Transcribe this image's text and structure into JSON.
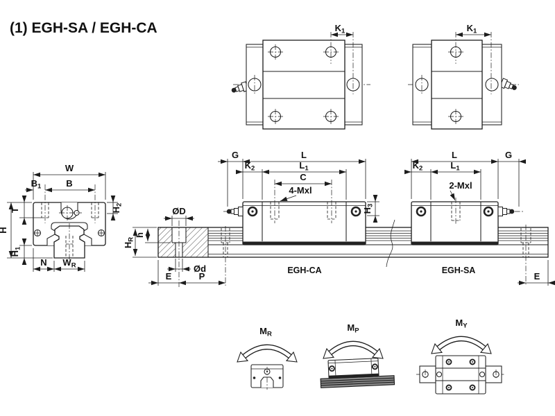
{
  "title": "(1) EGH-SA / EGH-CA",
  "colors": {
    "line": "#1c1c1c",
    "dark": "#222222",
    "background": "#ffffff"
  },
  "top_view_ca": {
    "k1": {
      "main": "K",
      "sub": "1"
    }
  },
  "top_view_sa": {
    "k1": {
      "main": "K",
      "sub": "1"
    }
  },
  "front_view": {
    "w": {
      "main": "W",
      "sub": ""
    },
    "b1": {
      "main": "B",
      "sub": "1"
    },
    "b": {
      "main": "B",
      "sub": ""
    },
    "t": {
      "main": "T",
      "sub": ""
    },
    "h2": {
      "main": "H",
      "sub": "2"
    },
    "h": {
      "main": "H",
      "sub": ""
    },
    "h1": {
      "main": "H",
      "sub": "1"
    },
    "n": {
      "main": "N",
      "sub": ""
    },
    "wr": {
      "main": "W",
      "sub": "R"
    }
  },
  "rail_section": {
    "od": {
      "main": "ØD",
      "sub": ""
    },
    "od_small": {
      "main": "Ød",
      "sub": ""
    },
    "h_small": {
      "main": "h",
      "sub": ""
    },
    "hr": {
      "main": "H",
      "sub": "R"
    },
    "e": {
      "main": "E",
      "sub": ""
    },
    "p": {
      "main": "P",
      "sub": ""
    }
  },
  "side_view_ca": {
    "g": {
      "main": "G",
      "sub": ""
    },
    "l": {
      "main": "L",
      "sub": ""
    },
    "k2": {
      "main": "K",
      "sub": "2"
    },
    "l1": {
      "main": "L",
      "sub": "1"
    },
    "c": {
      "main": "C",
      "sub": ""
    },
    "bolt_label": "4-Mxl",
    "h3": {
      "main": "H",
      "sub": "3"
    },
    "caption": "EGH-CA"
  },
  "side_view_sa": {
    "l": {
      "main": "L",
      "sub": ""
    },
    "g": {
      "main": "G",
      "sub": ""
    },
    "k2": {
      "main": "K",
      "sub": "2"
    },
    "l1": {
      "main": "L",
      "sub": "1"
    },
    "bolt_label": "2-Mxl",
    "caption": "EGH-SA"
  },
  "rail_end": {
    "e": {
      "main": "E",
      "sub": ""
    }
  },
  "moments": {
    "mr": {
      "main": "M",
      "sub": "R"
    },
    "mp": {
      "main": "M",
      "sub": "P"
    },
    "my": {
      "main": "M",
      "sub": "Y"
    }
  }
}
